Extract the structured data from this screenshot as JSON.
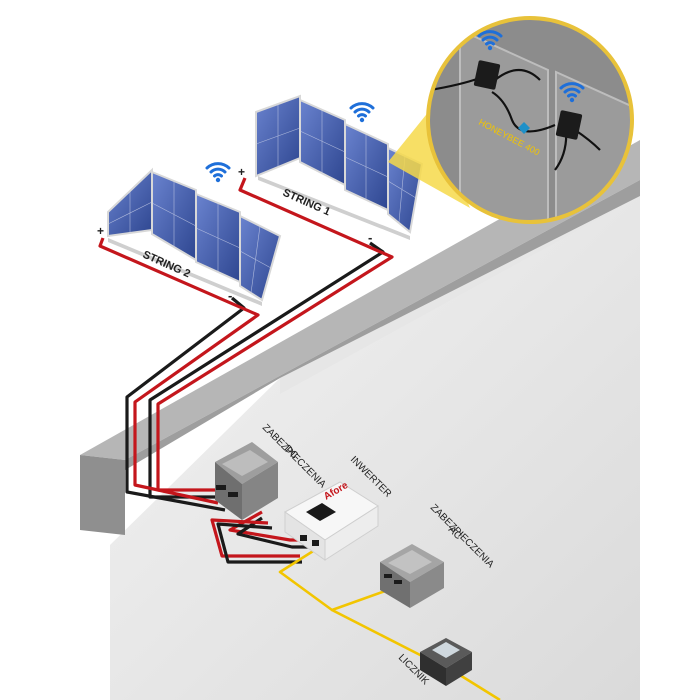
{
  "strings": {
    "string1": {
      "label": "STRING 1",
      "plus": "+",
      "minus": "-"
    },
    "string2": {
      "label": "STRING 2",
      "plus": "+",
      "minus": "-"
    }
  },
  "devices": {
    "dc_protection": {
      "label_line1": "ZABEZPIECZENIA",
      "label_line2": "DC"
    },
    "inverter": {
      "label": "INWERTER",
      "brand": "Afore"
    },
    "ac_protection": {
      "label_line1": "ZABEZPIECZENIA",
      "label_line2": "AC"
    },
    "meter": {
      "label": "LICZNIK"
    }
  },
  "zoom_callout": {
    "optimizer_label": "HONEYBEE 400"
  },
  "colors": {
    "wire_positive": "#c4161c",
    "wire_negative": "#1a1a1a",
    "wire_ac": "#f2c500",
    "wifi": "#1e6fd9",
    "panel": "#3f58a8",
    "wall": "#9a9a9a",
    "callout_ring": "#e8c23a"
  },
  "icons": [
    "wifi-icon",
    "solar-panel-icon",
    "optimizer-icon"
  ]
}
